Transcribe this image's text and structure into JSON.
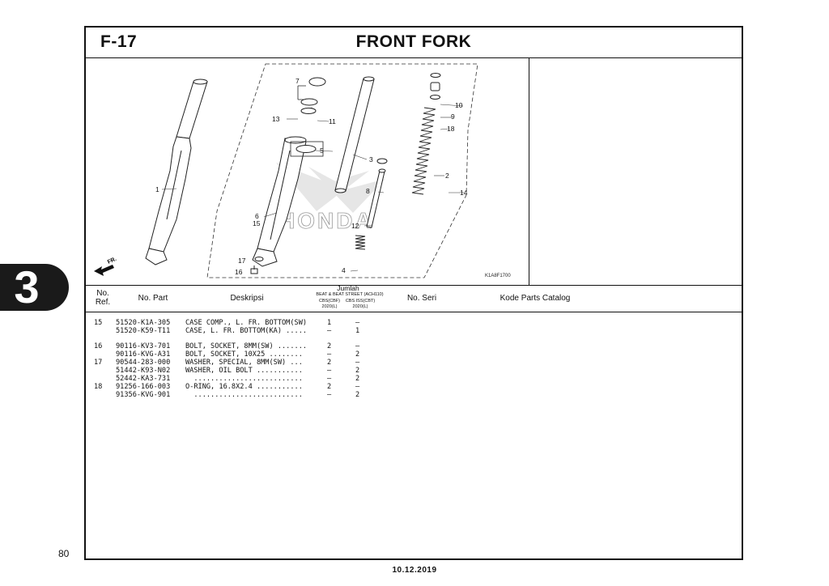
{
  "section_tab": "3",
  "page_number": "80",
  "footer_date": "10.12.2019",
  "header": {
    "code": "F-17",
    "title": "FRONT FORK"
  },
  "diagram": {
    "watermark": "HONDA",
    "direction_label": "FR.",
    "figure_code": "K1A8F1700",
    "callouts": [
      "1",
      "2",
      "3",
      "4",
      "5",
      "6",
      "7",
      "8",
      "9",
      "10",
      "11",
      "12",
      "13",
      "14",
      "15",
      "16",
      "17",
      "18"
    ]
  },
  "columns": {
    "no_ref": "No. Ref.",
    "no_ref_line1": "No.",
    "no_ref_line2": "Ref.",
    "no_part": "No. Part",
    "deskripsi": "Deskripsi",
    "jumlah": "Jumlah",
    "jumlah_model": "BEAT & BEAT STREET (ACH110)",
    "jumlah_sub1": "CBS(CBF)",
    "jumlah_sub2": "CBS ISS(CBT)",
    "jumlah_year1": "2020(L)",
    "jumlah_year2": "2020(L)",
    "no_seri": "No. Seri",
    "kode_parts_catalog": "Kode Parts Catalog"
  },
  "parts": [
    {
      "ref": "15",
      "part": "51520-K1A-305",
      "desc": "CASE COMP., L. FR. BOTTOM(SW)",
      "q1": "1",
      "q2": "–"
    },
    {
      "ref": "",
      "part": "51520-K59-T11",
      "desc": "CASE, L. FR. BOTTOM(KA) .....",
      "q1": "–",
      "q2": "1"
    },
    {
      "ref": "16",
      "part": "90116-KV3-701",
      "desc": "BOLT, SOCKET, 8MM(SW) .......",
      "q1": "2",
      "q2": "–"
    },
    {
      "ref": "",
      "part": "90116-KVG-A31",
      "desc": "BOLT, SOCKET, 10X25 ........",
      "q1": "–",
      "q2": "2"
    },
    {
      "ref": "17",
      "part": "90544-283-000",
      "desc": "WASHER, SPECIAL, 8MM(SW) ...",
      "q1": "2",
      "q2": "–"
    },
    {
      "ref": "",
      "part": "51442-K93-N02",
      "desc": "WASHER, OIL BOLT ...........",
      "q1": "–",
      "q2": "2"
    },
    {
      "ref": "",
      "part": "52442-KA3-731",
      "desc": "  ..........................",
      "q1": "–",
      "q2": "2"
    },
    {
      "ref": "18",
      "part": "91256-166-003",
      "desc": "O-RING, 16.8X2.4 ...........",
      "q1": "2",
      "q2": "–"
    },
    {
      "ref": "",
      "part": "91356-KVG-901",
      "desc": "  ..........................",
      "q1": "–",
      "q2": "2"
    }
  ]
}
